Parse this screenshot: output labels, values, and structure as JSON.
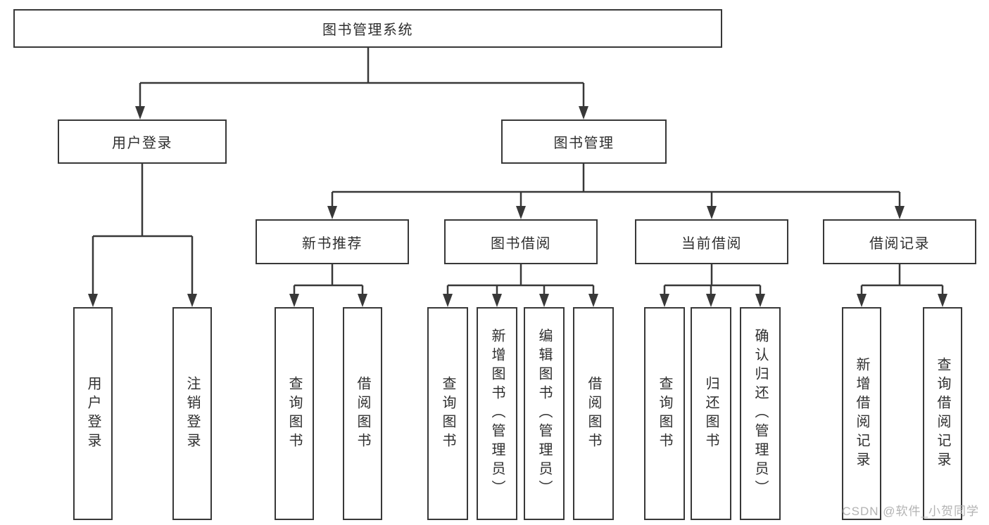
{
  "tree": {
    "root": {
      "label": "图书管理系统",
      "children": [
        {
          "label": "用户登录",
          "children": [
            {
              "label": "用户登录"
            },
            {
              "label": "注销登录"
            }
          ]
        },
        {
          "label": "图书管理",
          "children": [
            {
              "label": "新书推荐",
              "children": [
                {
                  "label": "查询图书"
                },
                {
                  "label": "借阅图书"
                }
              ]
            },
            {
              "label": "图书借阅",
              "children": [
                {
                  "label": "查询图书"
                },
                {
                  "label": "新增图书（管理员）"
                },
                {
                  "label": "编辑图书（管理员）"
                },
                {
                  "label": "借阅图书"
                }
              ]
            },
            {
              "label": "当前借阅",
              "children": [
                {
                  "label": "查询图书"
                },
                {
                  "label": "归还图书"
                },
                {
                  "label": "确认归还（管理员）"
                }
              ]
            },
            {
              "label": "借阅记录",
              "children": [
                {
                  "label": "新增借阅记录"
                },
                {
                  "label": "查询借阅记录"
                }
              ]
            }
          ]
        }
      ]
    }
  },
  "watermark": {
    "text": "CSDN @软件_小贺同学"
  },
  "colors": {
    "line": "#383838",
    "box_border": "#383838",
    "text": "#2f2f2f",
    "background": "#ffffff",
    "watermark": "#b3b3b3"
  }
}
